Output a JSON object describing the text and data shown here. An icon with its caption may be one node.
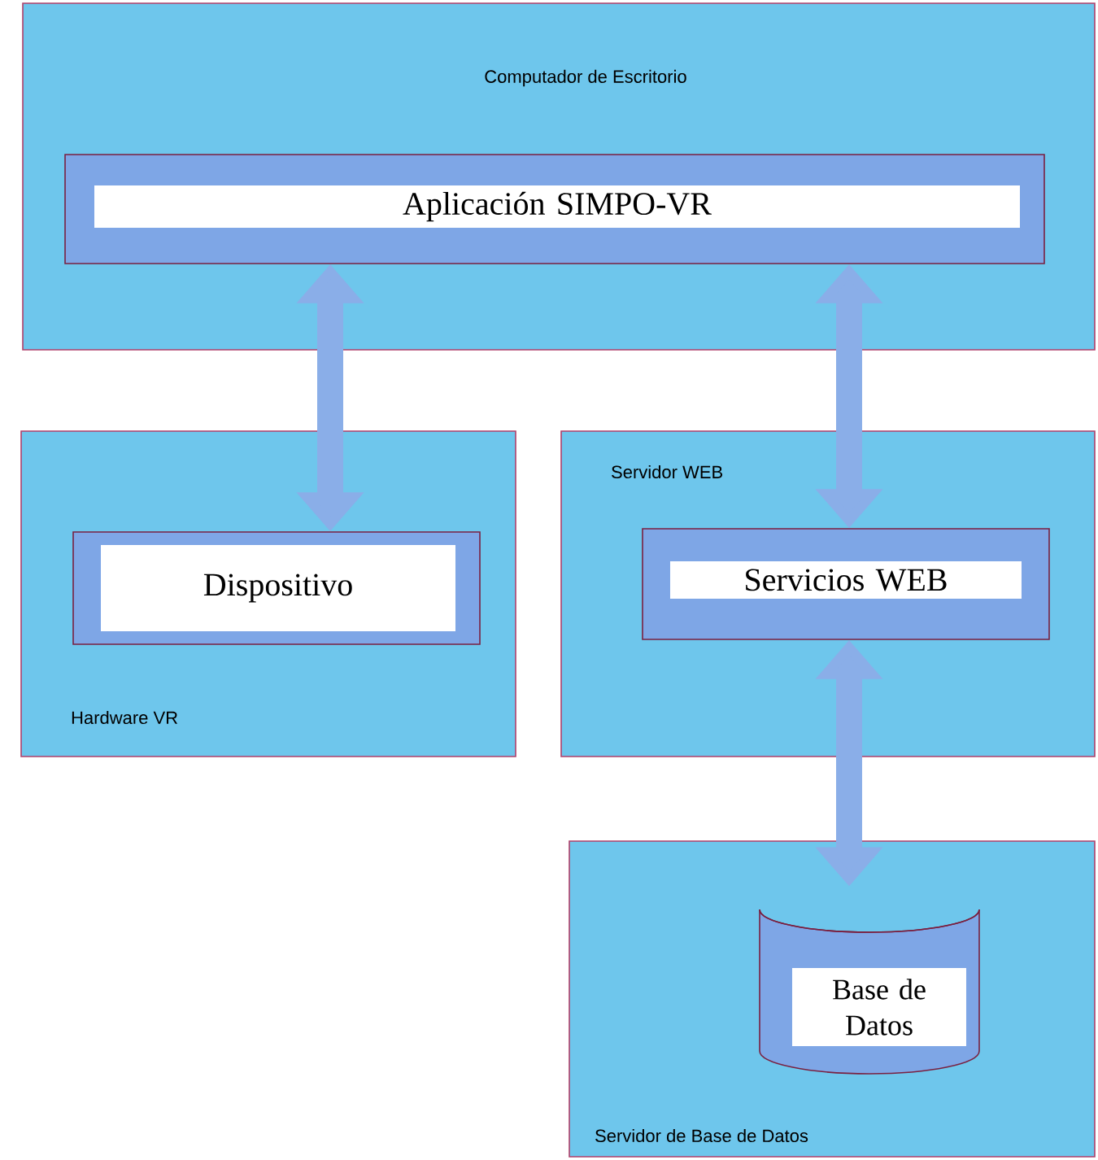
{
  "diagram": {
    "nodes": [
      {
        "text": [
          "Computador de Escritorio"
        ]
      },
      {
        "text": [
          "Aplicación SIMPO-VR"
        ],
        "in": 0
      },
      {
        "text": [
          "Hardware VR"
        ]
      },
      {
        "text": [
          "Dispositivo"
        ],
        "in": 2
      },
      {
        "text": [
          "Servidor WEB"
        ]
      },
      {
        "text": [
          "Servicios WEB"
        ],
        "in": 4
      },
      {
        "text": [
          "Servidor de Base de Datos"
        ]
      },
      {
        "text": [
          "Base de Datos"
        ],
        "in": 6
      }
    ],
    "edges": [
      {
        "from": 1,
        "to": 3,
        "arrow": "both"
      },
      {
        "from": 1,
        "to": 5,
        "arrow": "both"
      },
      {
        "from": 5,
        "to": 7,
        "arrow": "both"
      }
    ]
  }
}
